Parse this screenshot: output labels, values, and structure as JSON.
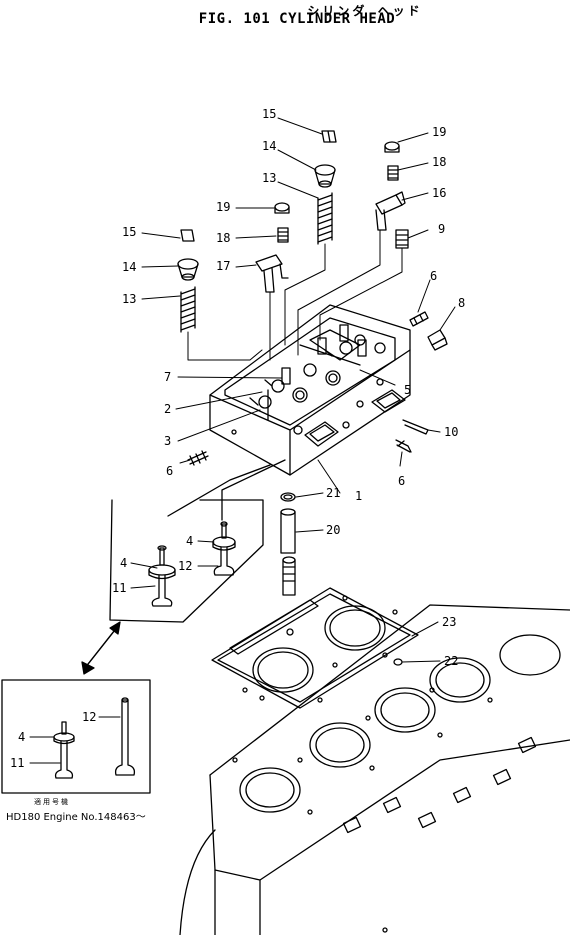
{
  "header": {
    "subtitle_jp": "シリンダ ヘッド",
    "title": "FIG. 101  CYLINDER HEAD"
  },
  "inset": {
    "note_jp": "適用号機",
    "applicability": "HD180 Engine No.148463～"
  },
  "callouts": [
    "1",
    "2",
    "3",
    "4",
    "4",
    "4",
    "5",
    "6",
    "6",
    "6",
    "7",
    "8",
    "9",
    "10",
    "11",
    "11",
    "12",
    "12",
    "13",
    "13",
    "14",
    "14",
    "15",
    "15",
    "16",
    "17",
    "18",
    "18",
    "19",
    "19",
    "20",
    "21",
    "22",
    "23"
  ]
}
